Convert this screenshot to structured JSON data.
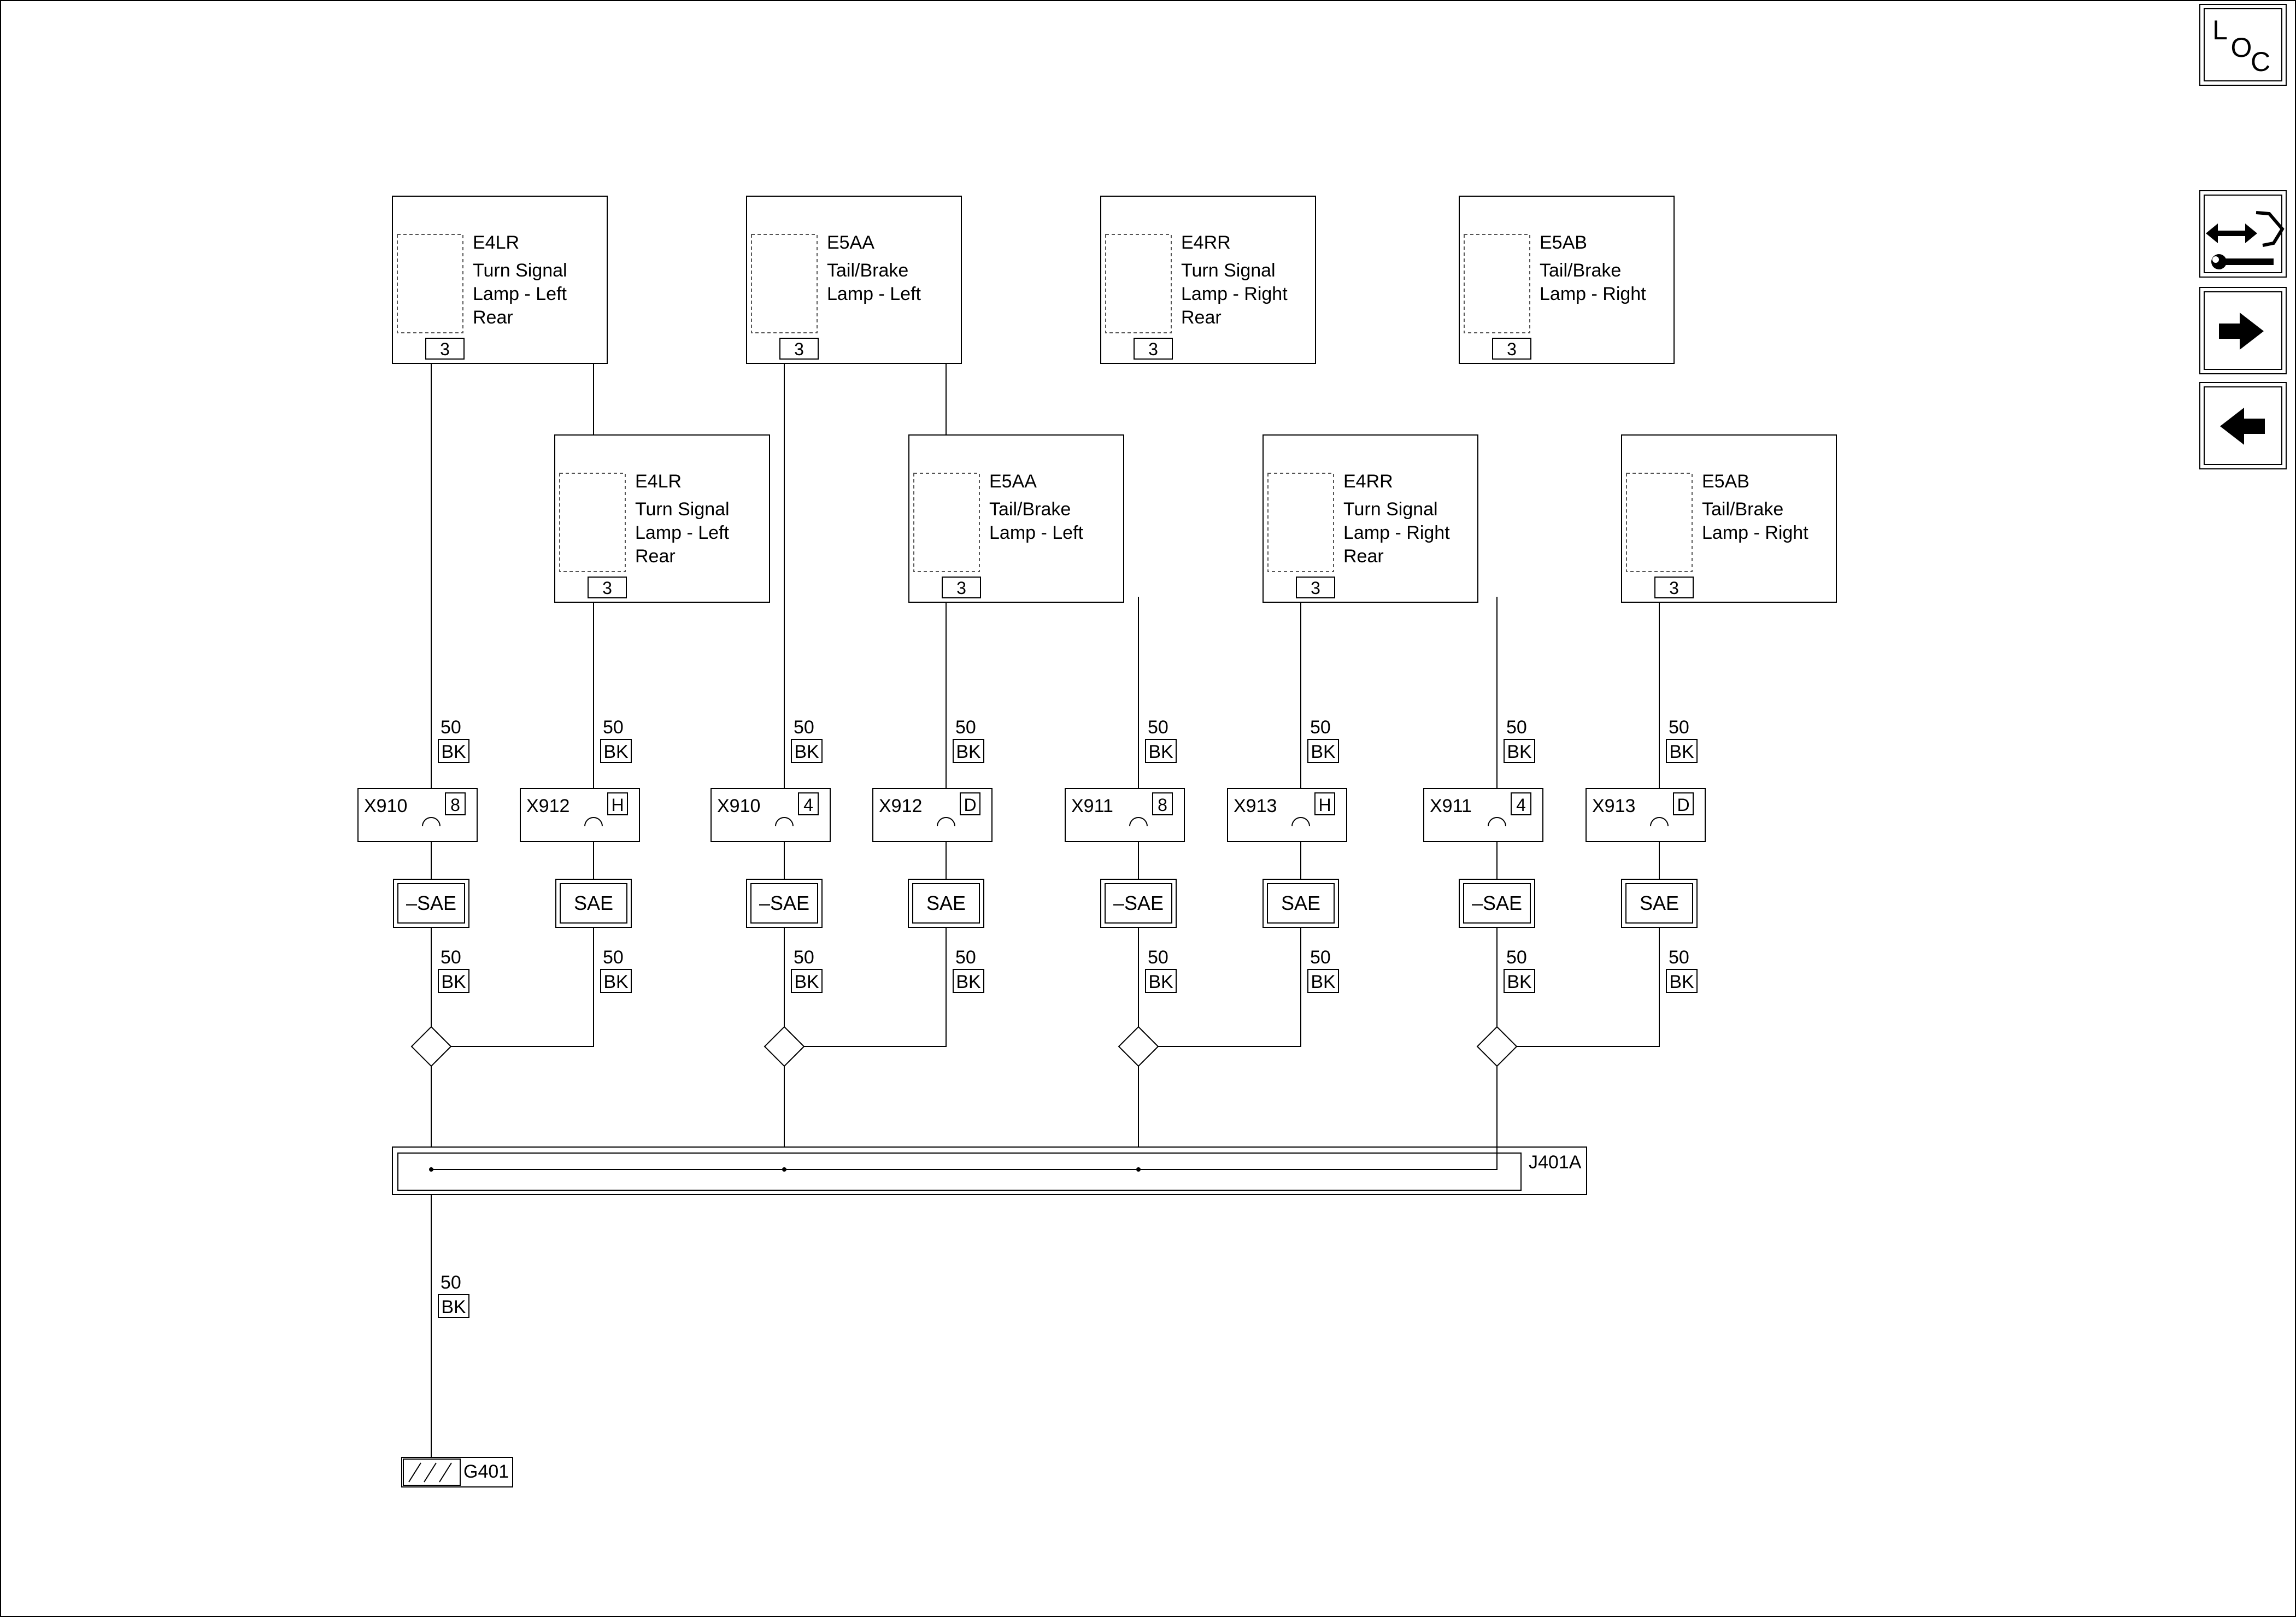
{
  "nav": {
    "loc_label": "LOC",
    "buttons": [
      {
        "name": "connector-info-button",
        "icon": "connector-wrench-icon"
      },
      {
        "name": "next-page-button",
        "icon": "arrow-right-icon"
      },
      {
        "name": "previous-page-button",
        "icon": "arrow-left-icon"
      }
    ]
  },
  "components": [
    {
      "id": "E4LR",
      "lines": [
        "Turn Signal",
        "Lamp - Left",
        "Rear"
      ],
      "pin": "3"
    },
    {
      "id": "E5AA",
      "lines": [
        "Tail/Brake",
        "Lamp - Left"
      ],
      "pin": "3"
    },
    {
      "id": "E4RR",
      "lines": [
        "Turn Signal",
        "Lamp - Right",
        "Rear"
      ],
      "pin": "3"
    },
    {
      "id": "E5AB",
      "lines": [
        "Tail/Brake",
        "Lamp - Right"
      ],
      "pin": "3"
    },
    {
      "id": "E4LR",
      "lines": [
        "Turn Signal",
        "Lamp - Left",
        "Rear"
      ],
      "pin": "3"
    },
    {
      "id": "E5AA",
      "lines": [
        "Tail/Brake",
        "Lamp - Left"
      ],
      "pin": "3"
    },
    {
      "id": "E4RR",
      "lines": [
        "Turn Signal",
        "Lamp - Right",
        "Rear"
      ],
      "pin": "3"
    },
    {
      "id": "E5AB",
      "lines": [
        "Tail/Brake",
        "Lamp - Right"
      ],
      "pin": "3"
    }
  ],
  "wire": {
    "gauge": "50",
    "color": "BK"
  },
  "connectors": [
    {
      "id": "X910",
      "pin": "8"
    },
    {
      "id": "X912",
      "pin": "H"
    },
    {
      "id": "X910",
      "pin": "4"
    },
    {
      "id": "X912",
      "pin": "D"
    },
    {
      "id": "X911",
      "pin": "8"
    },
    {
      "id": "X913",
      "pin": "H"
    },
    {
      "id": "X911",
      "pin": "4"
    },
    {
      "id": "X913",
      "pin": "D"
    }
  ],
  "options": [
    "–SAE",
    "SAE",
    "–SAE",
    "SAE",
    "–SAE",
    "SAE",
    "–SAE",
    "SAE"
  ],
  "splice_block": {
    "id": "J401A"
  },
  "ground": {
    "id": "G401"
  }
}
